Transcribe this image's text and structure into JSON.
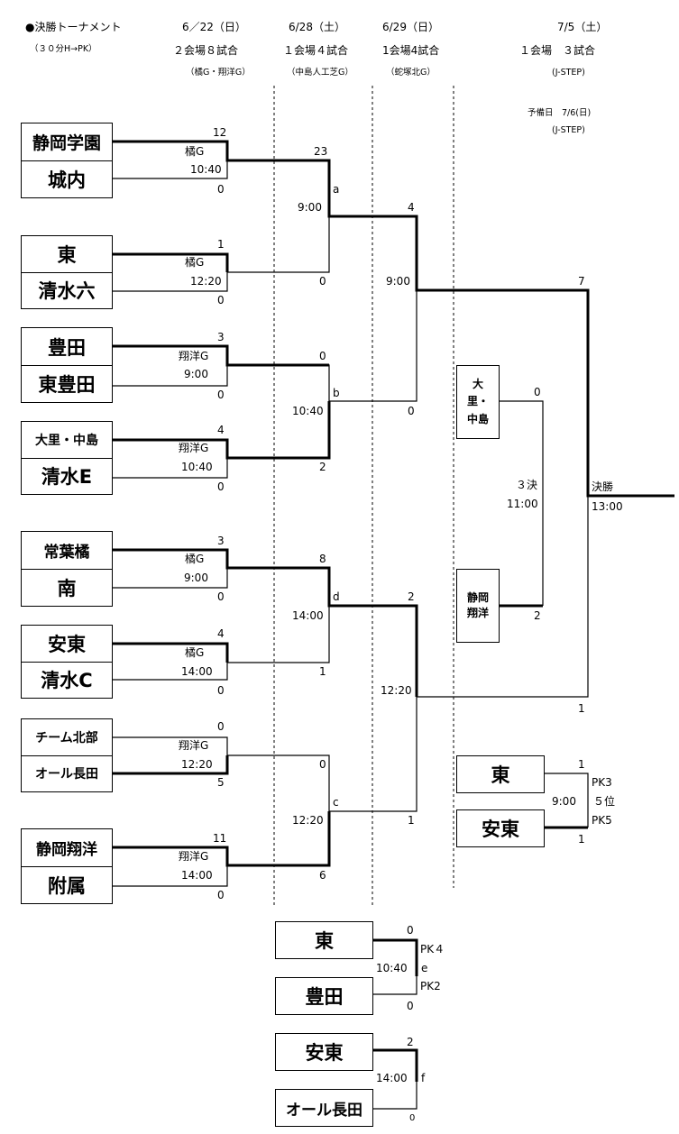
{
  "header": {
    "title": "●決勝トーナメント",
    "rule": "（３０分H→PK）",
    "col1": {
      "date": "6／22（日）",
      "info": "２会場８試合",
      "venue": "（橘G・翔洋G）"
    },
    "col2": {
      "date": "6/28（土）",
      "info": "１会場４試合",
      "venue": "（中島人工芝G）"
    },
    "col3": {
      "date": "6/29（日）",
      "info": "1会場4試合",
      "venue": "（蛇塚北G）"
    },
    "col4": {
      "date": "7/5（土）",
      "info": "１会場　３試合",
      "venue": "(J-STEP)"
    },
    "reserve": {
      "label": "予備日　7/6(日)",
      "venue": "(J-STEP)"
    }
  },
  "round1": [
    {
      "top": "静岡学園",
      "bottom": "城内",
      "top_score": "12",
      "bottom_score": "0",
      "venue": "橘G",
      "time": "10:40"
    },
    {
      "top": "東",
      "bottom": "清水六",
      "top_score": "1",
      "bottom_score": "0",
      "venue": "橘G",
      "time": "12:20"
    },
    {
      "top": "豊田",
      "bottom": "東豊田",
      "top_score": "3",
      "bottom_score": "0",
      "venue": "翔洋G",
      "time": "9:00"
    },
    {
      "top": "大里・中島",
      "bottom": "清水E",
      "top_score": "4",
      "bottom_score": "0",
      "venue": "翔洋G",
      "time": "10:40"
    },
    {
      "top": "常葉橘",
      "bottom": "南",
      "top_score": "3",
      "bottom_score": "0",
      "venue": "橘G",
      "time": "9:00"
    },
    {
      "top": "安東",
      "bottom": "清水C",
      "top_score": "4",
      "bottom_score": "0",
      "venue": "橘G",
      "time": "14:00"
    },
    {
      "top": "チーム北部",
      "bottom": "オール長田",
      "top_score": "0",
      "bottom_score": "5",
      "venue": "翔洋G",
      "time": "12:20"
    },
    {
      "top": "静岡翔洋",
      "bottom": "附属",
      "top_score": "11",
      "bottom_score": "0",
      "venue": "翔洋G",
      "time": "14:00"
    }
  ],
  "round2": [
    {
      "label": "a",
      "time": "9:00",
      "top_score": "23",
      "bottom_score": "0"
    },
    {
      "label": "b",
      "time": "10:40",
      "top_score": "0",
      "bottom_score": "2"
    },
    {
      "label": "d",
      "time": "14:00",
      "top_score": "8",
      "bottom_score": "1"
    },
    {
      "label": "c",
      "time": "12:20",
      "top_score": "0",
      "bottom_score": "6"
    }
  ],
  "round3": [
    {
      "time": "9:00",
      "top_score": "4",
      "bottom_score": "0"
    },
    {
      "time": "12:20",
      "top_score": "2",
      "bottom_score": "1"
    }
  ],
  "final": {
    "label": "決勝",
    "time": "13:00",
    "top_score": "7",
    "bottom_score": "1"
  },
  "third_place": {
    "label": "３決",
    "time": "11:00",
    "top_team": "大里・中島",
    "bottom_team": "静岡翔洋",
    "top_score": "0",
    "bottom_score": "2"
  },
  "fifth_place": {
    "label": "５位",
    "time": "9:00",
    "top_team": "東",
    "bottom_team": "安東",
    "top_score": "1",
    "bottom_score": "1",
    "top_pk": "PK3",
    "bottom_pk": "PK5"
  },
  "match_e": {
    "label": "e",
    "time": "10:40",
    "top_team": "東",
    "bottom_team": "豊田",
    "top_score": "0",
    "bottom_score": "0",
    "top_pk": "PK４",
    "bottom_pk": "PK2"
  },
  "match_f": {
    "label": "f",
    "time": "14:00",
    "top_team": "安東",
    "bottom_team": "オール長田",
    "top_score": "2",
    "bottom_score": "0"
  }
}
